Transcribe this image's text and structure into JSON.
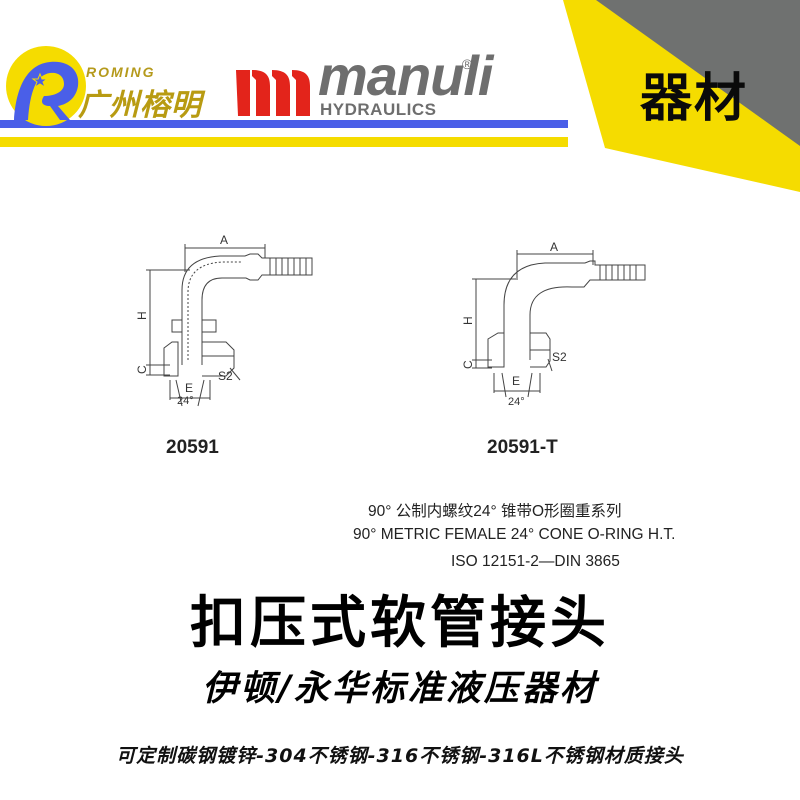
{
  "header": {
    "corner_label": "器材",
    "colors": {
      "blue_stripe": "#4a5fe8",
      "yellow": "#f5dc00",
      "gray": "#6f7170",
      "manuli_red": "#e3241b",
      "manuli_gray": "#6e6e6e"
    },
    "roming_logo": {
      "latin": "ROMING",
      "chinese": "广州榕明"
    },
    "manuli_logo": {
      "wordmark": "manuli",
      "registered": "®",
      "subtitle": "HYDRAULICS"
    }
  },
  "drawings": [
    {
      "code": "20591",
      "dims": {
        "a": "A",
        "h": "H",
        "c": "C",
        "e": "E",
        "s2": "S2",
        "angle": "24°"
      }
    },
    {
      "code": "20591-T",
      "dims": {
        "a": "A",
        "h": "H",
        "c": "C",
        "e": "E",
        "s2": "S2",
        "angle": "24°"
      }
    }
  ],
  "spec": {
    "line_cn": "90° 公制内螺纹24° 锥带O形圈重系列",
    "line_en": "90° METRIC FEMALE 24° CONE O-RING H.T.",
    "line_std": "ISO 12151-2—DIN 3865"
  },
  "titles": {
    "main": "扣压式软管接头",
    "sub": "伊顿/永华标准液压器材",
    "footer": "可定制碳钢镀锌-304不锈钢-316不锈钢-316L不锈钢材质接头"
  }
}
